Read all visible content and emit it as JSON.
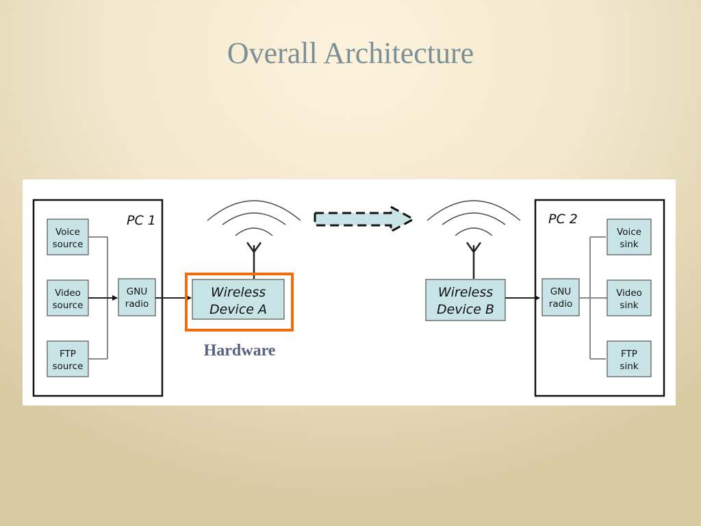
{
  "slide": {
    "title": "Overall Architecture"
  },
  "diagram": {
    "pc1": {
      "label": "PC 1",
      "sources": [
        {
          "line1": "Voice",
          "line2": "source"
        },
        {
          "line1": "Video",
          "line2": "source"
        },
        {
          "line1": "FTP",
          "line2": "source"
        }
      ],
      "radio": {
        "line1": "GNU",
        "line2": "radio"
      }
    },
    "device_a": {
      "line1": "Wireless",
      "line2": "Device A"
    },
    "device_b": {
      "line1": "Wireless",
      "line2": "Device B"
    },
    "highlight_label": "Hardware",
    "pc2": {
      "label": "PC 2",
      "radio": {
        "line1": "GNU",
        "line2": "radio"
      },
      "sinks": [
        {
          "line1": "Voice",
          "line2": "sink"
        },
        {
          "line1": "Video",
          "line2": "sink"
        },
        {
          "line1": "FTP",
          "line2": "sink"
        }
      ]
    },
    "colors": {
      "block_fill": "#c9e4e6",
      "highlight": "#f26b0f",
      "hardware_text": "#5b6185",
      "title": "#7a9096"
    }
  }
}
